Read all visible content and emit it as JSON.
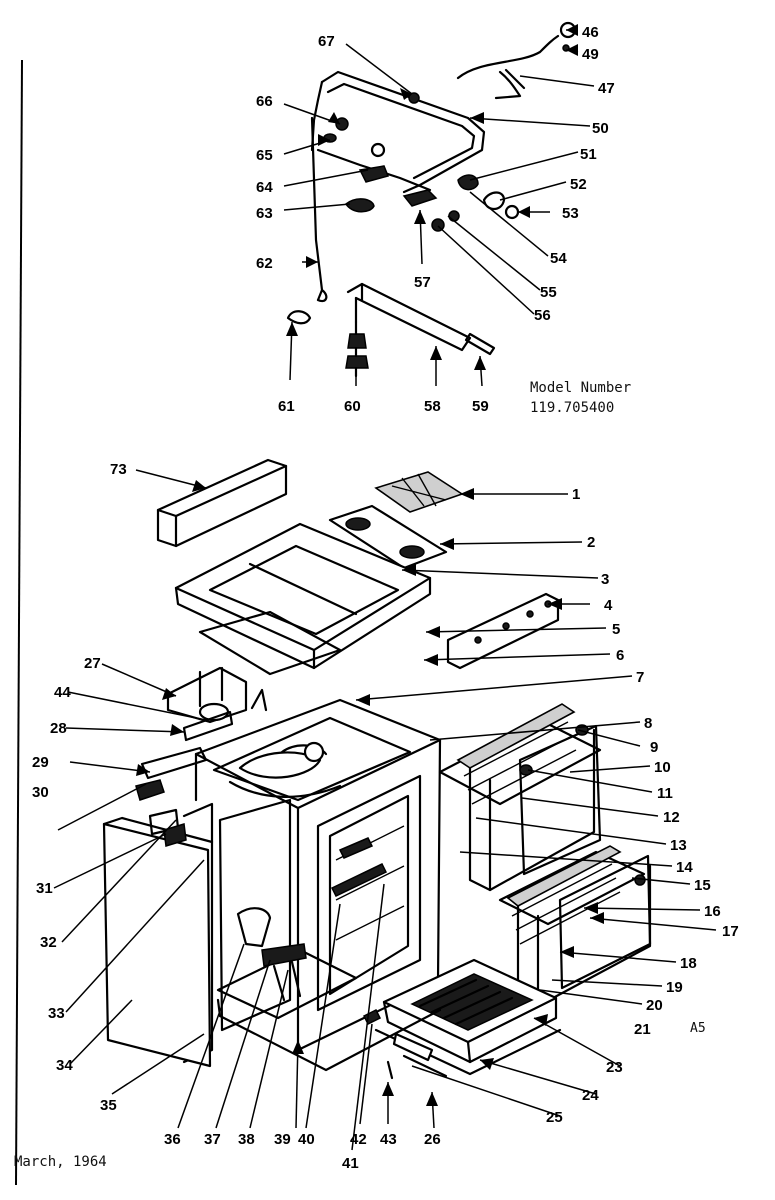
{
  "model": {
    "heading": "Model Number",
    "number": "119.705400"
  },
  "footer": {
    "date": "March, 1964"
  },
  "page_code": "A5",
  "callouts": [
    "1",
    "2",
    "3",
    "4",
    "5",
    "6",
    "7",
    "8",
    "9",
    "10",
    "11",
    "12",
    "13",
    "14",
    "15",
    "16",
    "17",
    "18",
    "19",
    "20",
    "21",
    "23",
    "24",
    "25",
    "26",
    "27",
    "28",
    "29",
    "30",
    "31",
    "32",
    "33",
    "34",
    "35",
    "36",
    "37",
    "38",
    "39",
    "40",
    "41",
    "42",
    "43",
    "44",
    "46",
    "47",
    "49",
    "50",
    "51",
    "52",
    "53",
    "54",
    "55",
    "56",
    "57",
    "58",
    "59",
    "60",
    "61",
    "62",
    "63",
    "64",
    "65",
    "66",
    "67",
    "73"
  ]
}
